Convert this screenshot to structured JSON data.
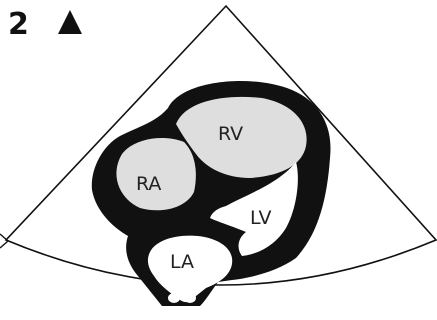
{
  "view_number": "2",
  "view_marker": "triangle-marker",
  "chambers": {
    "ra": "RA",
    "rv": "RV",
    "lv": "LV",
    "la": "LA"
  },
  "colors": {
    "outline": "#111111",
    "chamber_fill": "#dedede",
    "background": "#ffffff"
  }
}
